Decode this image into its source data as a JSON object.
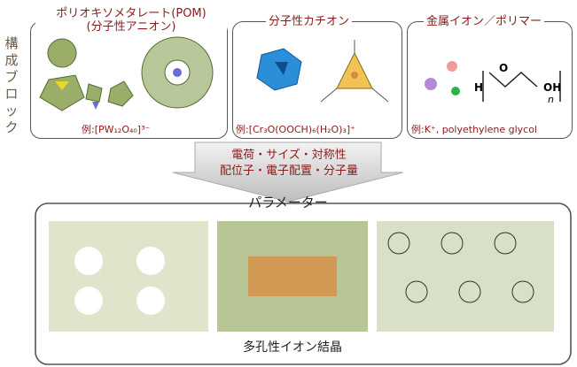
{
  "side_label": "構成ブロック",
  "blocks": [
    {
      "title": "ポリオキソメタレート(POM)\n(分子性アニオン)",
      "example": "例:[PW₁₂O₄₀]³⁻"
    },
    {
      "title": "分子性カチオン",
      "example": "例:[Cr₃O(OOCH)₆(H₂O)₃]⁺"
    },
    {
      "title": "金属イオン／ポリマー",
      "example": "例:K⁺, polyethylene glycol"
    }
  ],
  "arrow_lines": [
    "電荷・サイズ・対称性",
    "配位子・電子配置・分子量"
  ],
  "param_label": "パラメーター",
  "result_label": "多孔性イオン結晶",
  "polymer_formula": {
    "h": "H",
    "o": "O",
    "oh": "OH",
    "n": "n"
  },
  "colors": {
    "accent": "#8b1a1a",
    "polyhedron": "#9aae6a",
    "orange": "#d98a3c",
    "blue": "#2a8fd8"
  }
}
